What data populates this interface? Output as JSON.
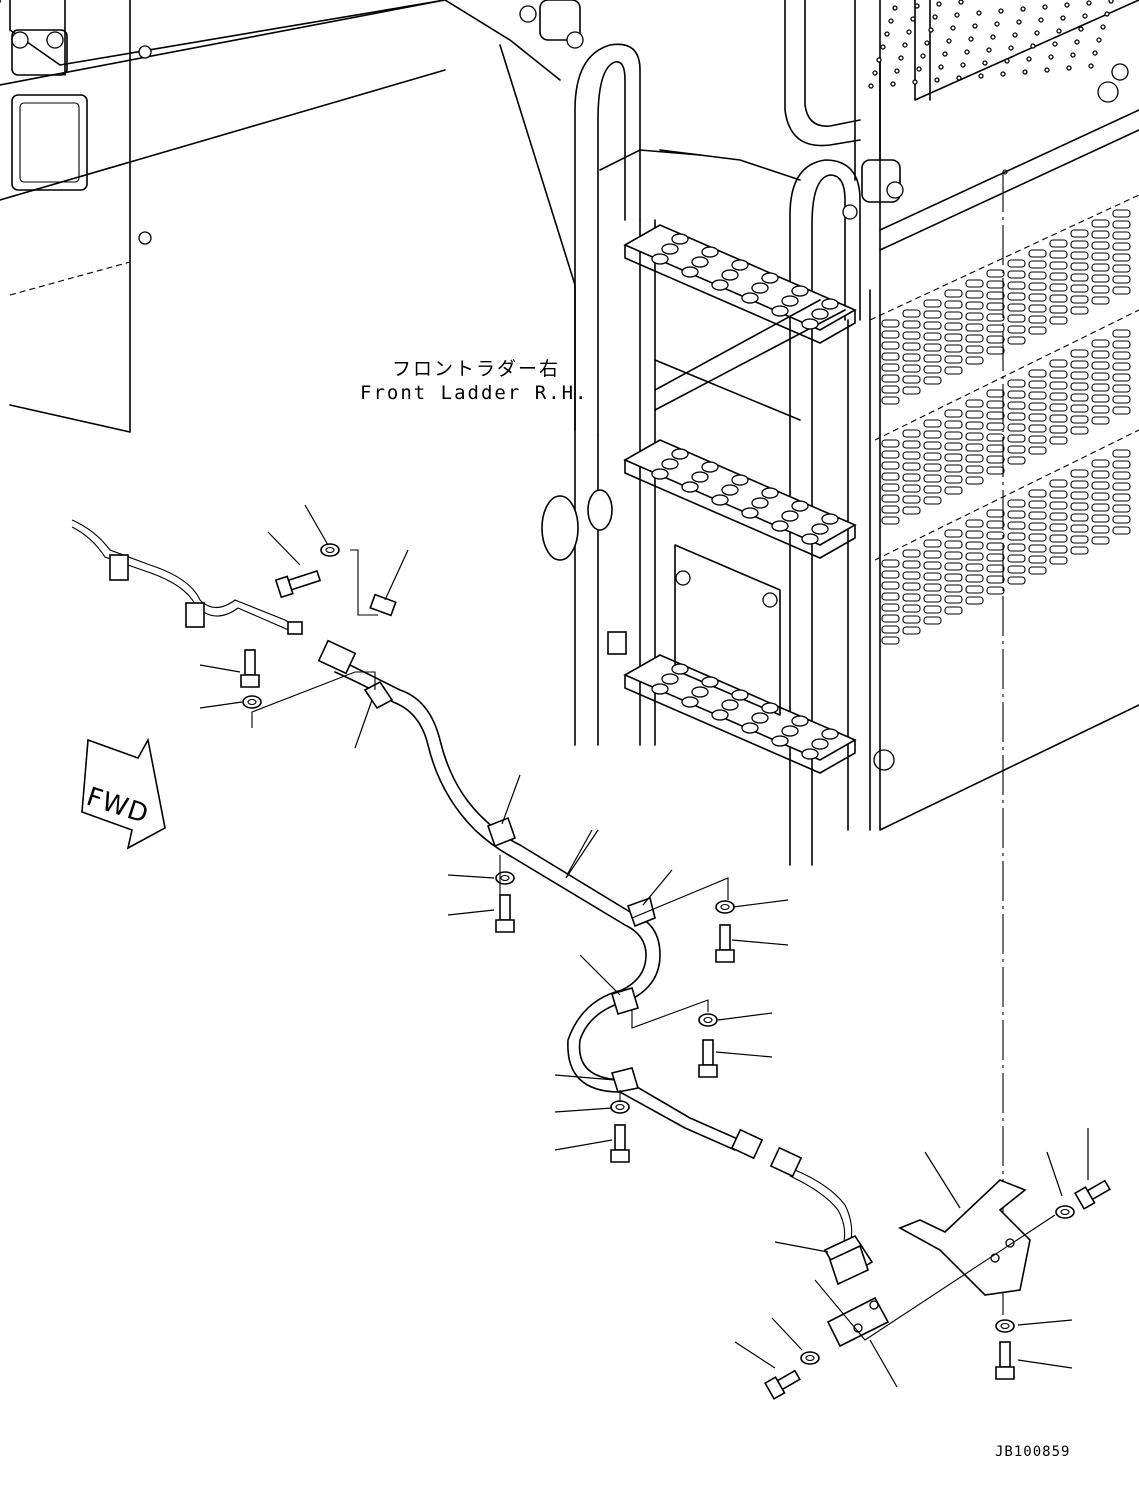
{
  "labels": {
    "ladder_jp": "フロントラダー右",
    "ladder_en": "Front Ladder R.H.",
    "fwd_arrow": "FWD",
    "drawing_number": "JB100859"
  }
}
